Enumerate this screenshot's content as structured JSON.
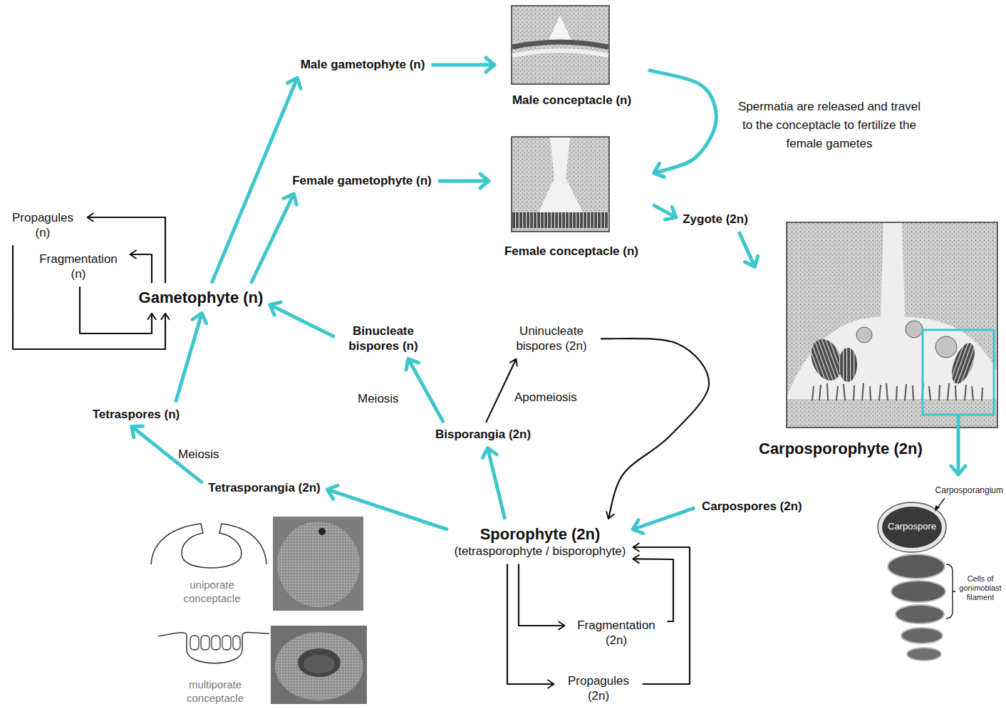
{
  "diagram": {
    "nodes": [
      {
        "text": [
          "Male gametophyte (n)"
        ]
      },
      {
        "text": [
          "Male conceptacle (n)"
        ]
      },
      {
        "text": [
          "Female gametophyte (n)"
        ]
      },
      {
        "text": [
          "Female conceptacle (n)"
        ]
      },
      {
        "text": [
          "Propagules (n)"
        ]
      },
      {
        "text": [
          "Fragmentation (n)"
        ]
      },
      {
        "text": [
          "Zygote (2n)"
        ]
      },
      {
        "text": [
          "Gametophyte (n)"
        ]
      },
      {
        "text": [
          "Binucleate bispores (n)"
        ]
      },
      {
        "text": [
          "Uninucleate bispores (2n)"
        ]
      },
      {
        "text": [
          "Carposporophyte (2n)"
        ]
      },
      {
        "text": [
          "Tetraspores (n)"
        ]
      },
      {
        "text": [
          "Bisporangia (2n)"
        ]
      },
      {
        "text": [
          "Tetrasporangia (2n)"
        ]
      },
      {
        "text": [
          "Sporophyte (2n)",
          "(tetrasporophyte / bisporophyte)"
        ]
      },
      {
        "text": [
          "Carpospores (2n)"
        ]
      },
      {
        "text": [
          "Fragmentation (2n)"
        ]
      },
      {
        "text": [
          "Propagules (2n)"
        ]
      }
    ],
    "edges": [
      {
        "from": 7,
        "to": 0,
        "arrow": "to"
      },
      {
        "from": 7,
        "to": 2,
        "arrow": "to"
      },
      {
        "from": 0,
        "to": 1,
        "arrow": "to"
      },
      {
        "from": 2,
        "to": 3,
        "arrow": "to"
      },
      {
        "from": 1,
        "to": 3,
        "arrow": "to"
      },
      {
        "from": 3,
        "to": 6,
        "arrow": "to"
      },
      {
        "from": 6,
        "to": 10,
        "arrow": "to"
      },
      {
        "from": 10,
        "to": 15,
        "arrow": "to"
      },
      {
        "from": 15,
        "to": 14,
        "arrow": "to"
      },
      {
        "from": 14,
        "to": 13,
        "arrow": "to"
      },
      {
        "from": 13,
        "to": 11,
        "label": "Meiosis",
        "arrow": "to"
      },
      {
        "from": 11,
        "to": 7,
        "arrow": "to"
      },
      {
        "from": 14,
        "to": 12,
        "arrow": "to"
      },
      {
        "from": 12,
        "to": 8,
        "label": "Meiosis",
        "arrow": "to"
      },
      {
        "from": 12,
        "to": 9,
        "label": "Apomeiosis",
        "arrow": "to"
      },
      {
        "from": 9,
        "to": 14,
        "arrow": "to"
      },
      {
        "from": 8,
        "to": 7,
        "arrow": "to"
      },
      {
        "from": 7,
        "to": 5,
        "arrow": "to"
      },
      {
        "from": 5,
        "to": 7,
        "arrow": "to"
      },
      {
        "from": 7,
        "to": 4,
        "arrow": "to"
      },
      {
        "from": 4,
        "to": 7,
        "arrow": "to"
      },
      {
        "from": 14,
        "to": 16,
        "arrow": "to"
      },
      {
        "from": 16,
        "to": 14,
        "arrow": "to"
      },
      {
        "from": 14,
        "to": 17,
        "arrow": "to"
      },
      {
        "from": 17,
        "to": 14,
        "arrow": "to"
      }
    ],
    "labels": [
      "Spermatia are released and travel to the conceptacle to fertilize the female gametes",
      "uniporate conceptacle",
      "multiporate conceptacle",
      "Carposporangium",
      "Carpospore",
      "Cells of gonimoblast filament"
    ]
  }
}
